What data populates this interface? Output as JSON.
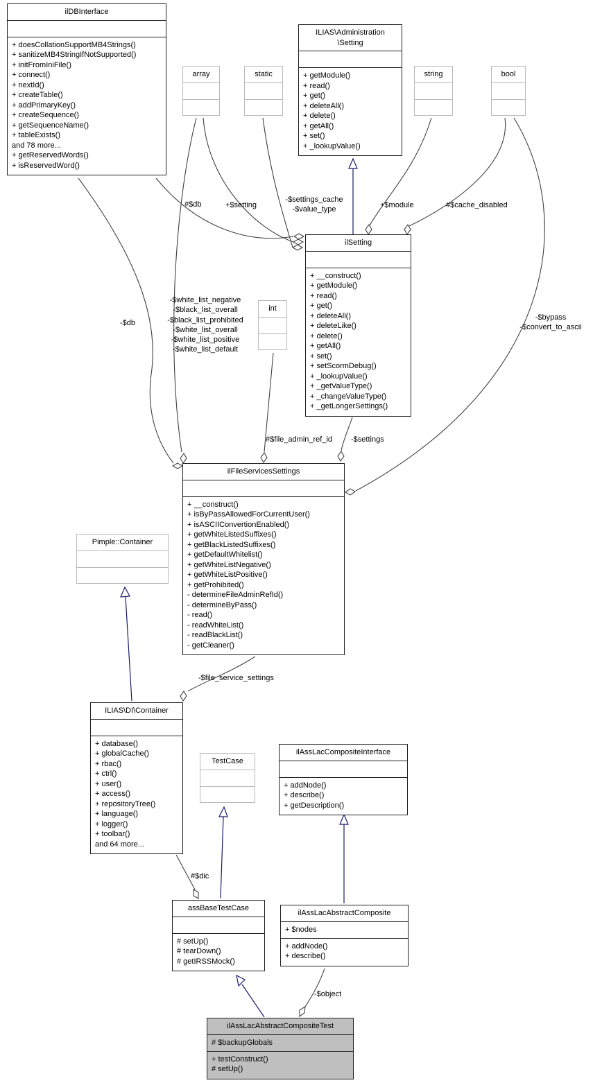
{
  "diagram": {
    "title": "UML collaboration diagram",
    "colors": {
      "background": "#ffffff",
      "edge": "#404040",
      "inheritance": "#191970",
      "node_border": "#1f1f1f",
      "external_border": "#b9b9b9",
      "highlight_fill": "#bfbfbf"
    },
    "classes": {
      "ilDBInterface": {
        "name": "ilDBInterface",
        "attributes": [],
        "methods": [
          "+ doesCollationSupportMB4Strings()",
          "+ sanitizeMB4StringIfNotSupported()",
          "+ initFromIniFile()",
          "+ connect()",
          "+ nextId()",
          "+ createTable()",
          "+ addPrimaryKey()",
          "+ createSequence()",
          "+ getSequenceName()",
          "+ tableExists()",
          "and 78 more...",
          "+ getReservedWords()",
          "+ isReservedWord()"
        ]
      },
      "array": {
        "name": "array",
        "attributes": [],
        "methods": []
      },
      "static": {
        "name": "static",
        "attributes": [],
        "methods": []
      },
      "administrationSetting": {
        "name": "ILIAS\\Administration\n\\Setting",
        "attributes": [],
        "methods": [
          "+ getModule()",
          "+ read()",
          "+ get()",
          "+ deleteAll()",
          "+ delete()",
          "+ getAll()",
          "+ set()",
          "+ _lookupValue()"
        ]
      },
      "string": {
        "name": "string",
        "attributes": [],
        "methods": []
      },
      "bool": {
        "name": "bool",
        "attributes": [],
        "methods": []
      },
      "ilSetting": {
        "name": "ilSetting",
        "attributes": [],
        "methods": [
          "+ __construct()",
          "+ getModule()",
          "+ read()",
          "+ get()",
          "+ deleteAll()",
          "+ deleteLike()",
          "+ delete()",
          "+ getAll()",
          "+ set()",
          "+ setScormDebug()",
          "+ _lookupValue()",
          "+ _getValueType()",
          "+ _changeValueType()",
          "+ _getLongerSettings()"
        ]
      },
      "int": {
        "name": "int",
        "attributes": [],
        "methods": []
      },
      "ilFileServicesSettings": {
        "name": "ilFileServicesSettings",
        "attributes": [],
        "methods": [
          "+ __construct()",
          "+ isByPassAllowedForCurrentUser()",
          "+ isASCIIConvertionEnabled()",
          "+ getWhiteListedSuffixes()",
          "+ getBlackListedSuffixes()",
          "+ getDefaultWhitelist()",
          "+ getWhiteListNegative()",
          "+ getWhiteListPositive()",
          "+ getProhibited()",
          "- determineFileAdminRefId()",
          "- determineByPass()",
          "- read()",
          "- readWhiteList()",
          "- readBlackList()",
          "- getCleaner()"
        ]
      },
      "pimpleContainer": {
        "name": "Pimple::Container",
        "attributes": [],
        "methods": []
      },
      "diContainer": {
        "name": "ILIAS\\DI\\Container",
        "attributes": [],
        "methods": [
          "+ database()",
          "+ globalCache()",
          "+ rbac()",
          "+ ctrl()",
          "+ user()",
          "+ access()",
          "+ repositoryTree()",
          "+ language()",
          "+ logger()",
          "+ toolbar()",
          "and 64 more..."
        ]
      },
      "testCase": {
        "name": "TestCase",
        "attributes": [],
        "methods": []
      },
      "ilAssLacCompositeInterface": {
        "name": "ilAssLacCompositeInterface",
        "attributes": [],
        "methods": [
          "+ addNode()",
          "+ describe()",
          "+ getDescription()"
        ]
      },
      "assBaseTestCase": {
        "name": "assBaseTestCase",
        "attributes": [],
        "methods": [
          "# setUp()",
          "# tearDown()",
          "# getIRSSMock()"
        ]
      },
      "ilAssLacAbstractComposite": {
        "name": "ilAssLacAbstractComposite",
        "attributes": [
          "+ $nodes"
        ],
        "methods": [
          "+ addNode()",
          "+ describe()"
        ]
      },
      "ilAssLacAbstractCompositeTest": {
        "name": "ilAssLacAbstractCompositeTest",
        "attributes": [
          "# $backupGlobals"
        ],
        "methods": [
          "+ testConstruct()",
          "# setUp()"
        ]
      }
    },
    "edge_labels": {
      "db_setting": "#$db",
      "setting": "+$setting",
      "settings_cache": "-$settings_cache\n-$value_type",
      "module": "+$module",
      "cache_disabled": "#$cache_disabled",
      "db_file": "-$db",
      "white_lists": "-$white_list_negative\n-$black_list_overall\n-$black_list_prohibited\n-$white_list_overall\n-$white_list_positive\n-$white_list_default",
      "bypass": "-$bypass\n-$convert_to_ascii",
      "file_admin_ref_id": "#$file_admin_ref_id",
      "settings_ref": "-$settings",
      "file_service_settings": "-$file_service_settings",
      "dic": "#$dic",
      "object": "-$object"
    }
  }
}
